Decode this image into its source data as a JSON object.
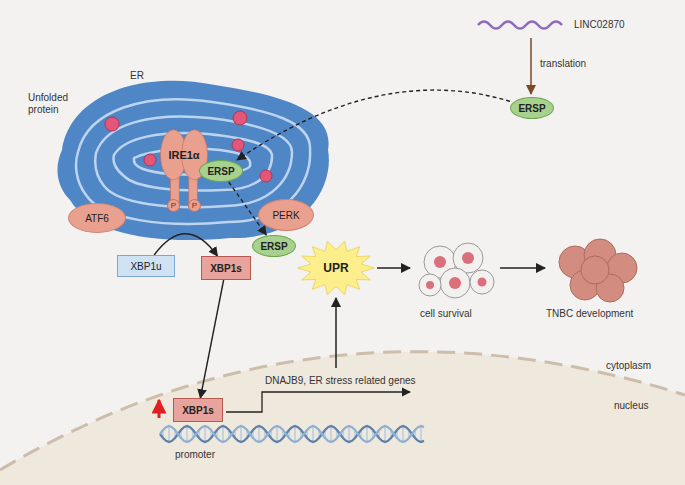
{
  "diagram": {
    "nodes": [
      {
        "text": [
          "IRE1α"
        ]
      },
      {
        "text": [
          "P"
        ],
        "in": 0
      },
      {
        "text": [
          "P"
        ],
        "in": 0
      },
      {
        "text": [
          "ATF6"
        ]
      },
      {
        "text": [
          "ERSP"
        ]
      },
      {
        "text": [
          "PERK"
        ]
      },
      {
        "text": [
          "ERSP"
        ]
      },
      {
        "text": [
          "XBP1u"
        ]
      },
      {
        "text": [
          "XBP1s"
        ]
      },
      {
        "text": [
          "ERSP"
        ]
      },
      {
        "text": [
          "UPR"
        ]
      },
      {
        "text": [
          "XBP1s"
        ]
      }
    ],
    "edges": [
      {
        "from": 6,
        "to": 4,
        "arrow": "to"
      },
      {
        "from": 4,
        "to": 9,
        "arrow": "to"
      },
      {
        "from": 7,
        "to": 8,
        "arrow": "to"
      },
      {
        "from": 8,
        "to": 11,
        "arrow": "to"
      }
    ],
    "labels": [
      "Unfolded protein",
      "ER",
      "LINC02870",
      "translation",
      "cell survival",
      "TNBC development",
      "cytoplasm",
      "nucleus",
      "DNAJB9, ER stress related genes",
      "promoter"
    ]
  }
}
